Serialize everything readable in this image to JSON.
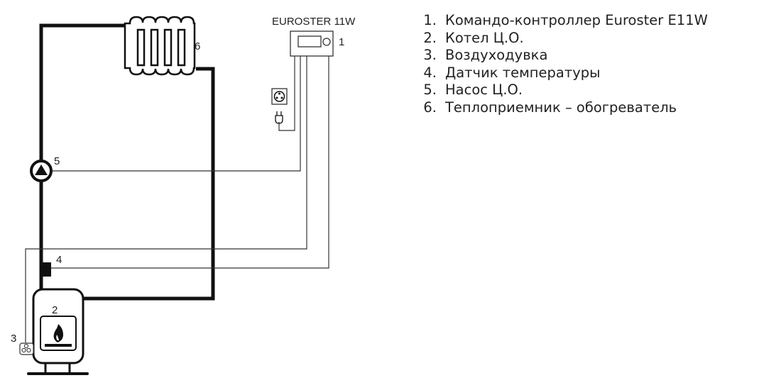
{
  "controller_title": "EUROSTER 11W",
  "labels": {
    "controller": "1",
    "boiler": "2",
    "blower": "3",
    "sensor": "4",
    "pump": "5",
    "radiator": "6"
  },
  "legend": [
    {
      "num": "1.",
      "text": "Командо-контроллер Euroster E11W"
    },
    {
      "num": "2.",
      "text": "Котел Ц.О."
    },
    {
      "num": "3.",
      "text": "Воздуходувка"
    },
    {
      "num": "4.",
      "text": "Датчик температуры"
    },
    {
      "num": "5.",
      "text": "Насос Ц.О."
    },
    {
      "num": "6.",
      "text": "Теплоприемник – обогреватель"
    }
  ]
}
